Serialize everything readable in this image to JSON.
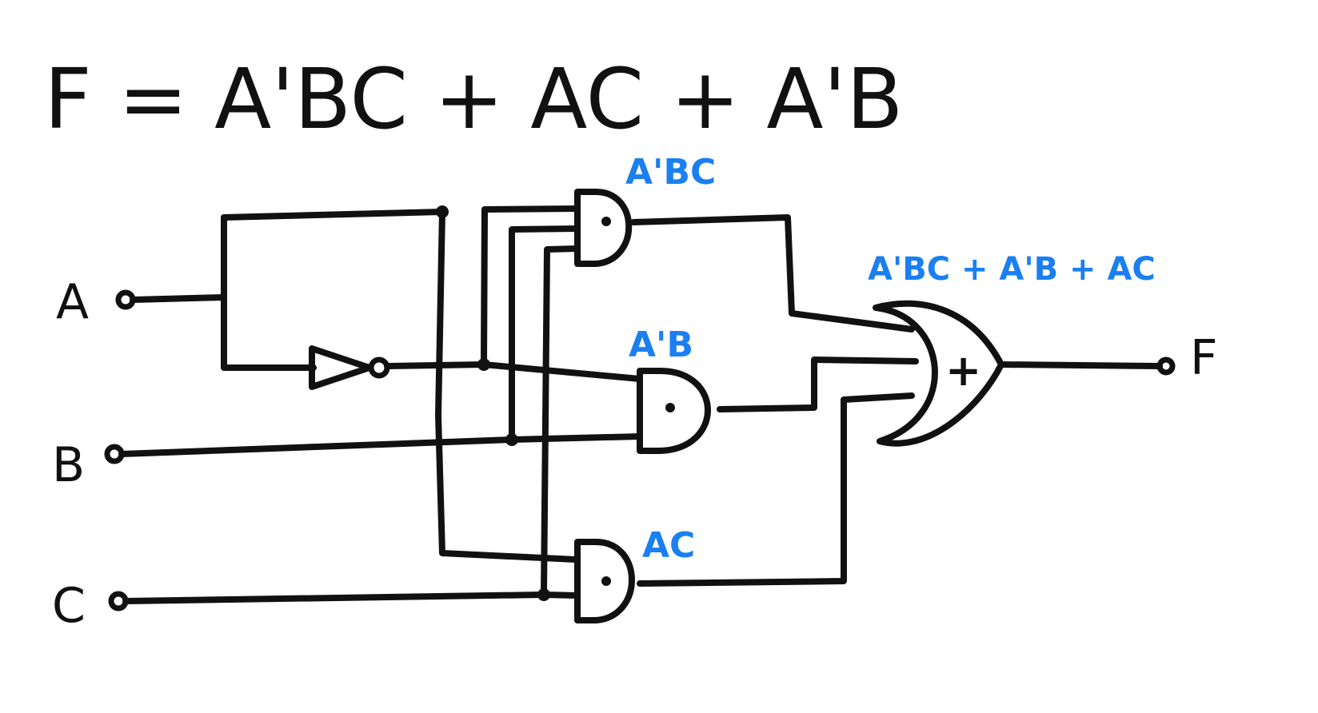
{
  "equation": "F = A'BC + AC + A'B",
  "inputs": {
    "a": "A",
    "b": "B",
    "c": "C"
  },
  "output": "F",
  "gates": {
    "and_top_label": "A'BC",
    "and_mid_label": "A'B",
    "and_bot_label": "AC",
    "or_label": "A'BC + A'B + AC",
    "or_symbol": "+"
  },
  "colors": {
    "ink": "#111111",
    "annotation": "#1a7ff0"
  }
}
